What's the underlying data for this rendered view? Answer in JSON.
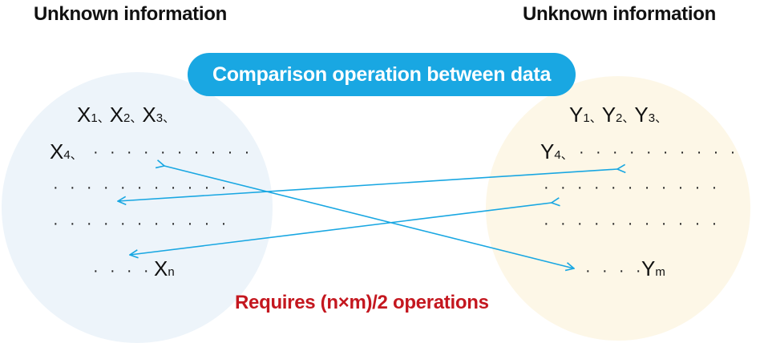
{
  "left": {
    "heading": "Unknown information",
    "first_row": [
      {
        "var": "X",
        "idx": "1",
        "sep": "、"
      },
      {
        "var": "X",
        "idx": "2",
        "sep": "、"
      },
      {
        "var": "X",
        "idx": "3",
        "sep": "、"
      }
    ],
    "second_row": {
      "var": "X",
      "idx": "4",
      "sep": "、"
    },
    "last": {
      "var": "X",
      "idx": "n"
    }
  },
  "right": {
    "heading": "Unknown information",
    "first_row": [
      {
        "var": "Y",
        "idx": "1",
        "sep": "、"
      },
      {
        "var": "Y",
        "idx": "2",
        "sep": "、"
      },
      {
        "var": "Y",
        "idx": "3",
        "sep": "、"
      }
    ],
    "second_row": {
      "var": "Y",
      "idx": "4",
      "sep": "、"
    },
    "last": {
      "var": "Y",
      "idx": "m"
    }
  },
  "center": {
    "operation_label": "Comparison operation between data",
    "requirement": "Requires (n×m)/2 operations"
  },
  "colors": {
    "accent": "#19a7e2",
    "requirement_text": "#c4171f",
    "left_circle": "#edf4fa",
    "right_circle": "#fdf7e7"
  }
}
